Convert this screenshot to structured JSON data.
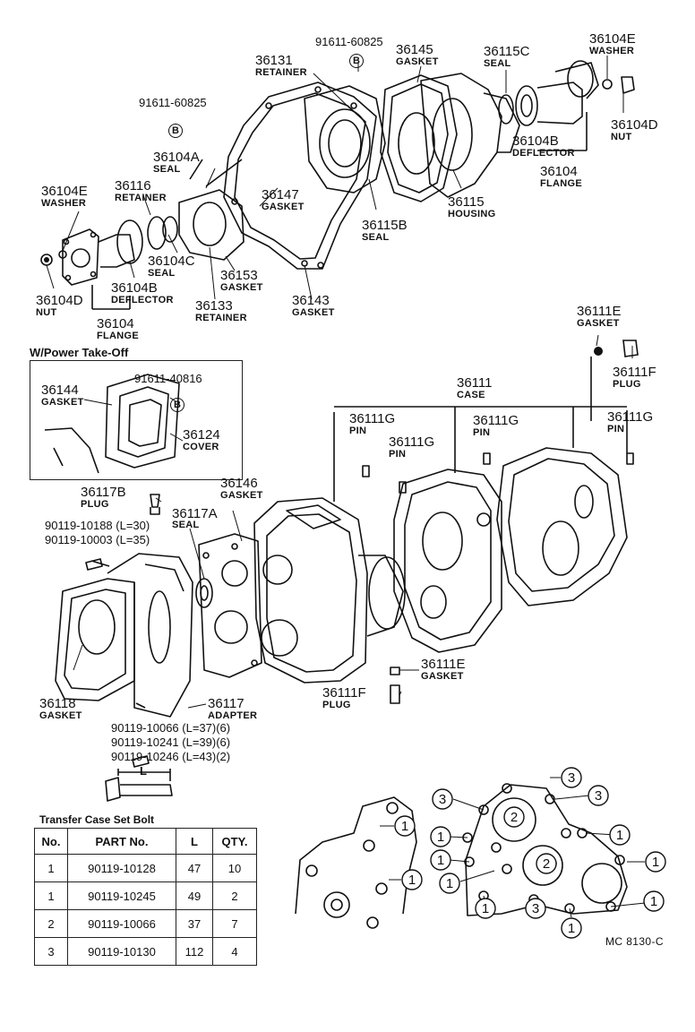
{
  "diagram_code": "MC 8130-C",
  "power_take_off_title": "W/Power Take-Off",
  "bolt_table": {
    "title": "Transfer Case Set Bolt",
    "headers": [
      "No.",
      "PART No.",
      "L",
      "QTY."
    ],
    "rows": [
      [
        "1",
        "90119-10128",
        "47",
        "10"
      ],
      [
        "1",
        "90119-10245",
        "49",
        "2"
      ],
      [
        "2",
        "90119-10066",
        "37",
        "7"
      ],
      [
        "3",
        "90119-10130",
        "112",
        "4"
      ]
    ]
  },
  "bolt_dim_label": "L",
  "labels": {
    "p36131": {
      "num": "36131",
      "name": "RETAINER"
    },
    "p91611a": {
      "num": "91611-60825"
    },
    "p36145": {
      "num": "36145",
      "name": "GASKET"
    },
    "p36115c": {
      "num": "36115C",
      "name": "SEAL"
    },
    "p36104e_t": {
      "num": "36104E",
      "name": "WASHER"
    },
    "p91611b": {
      "num": "91611-60825"
    },
    "p36104d_t": {
      "num": "36104D",
      "name": "NUT"
    },
    "p36104b_t": {
      "num": "36104B",
      "name": "DEFLECTOR"
    },
    "p36104_t": {
      "num": "36104",
      "name": "FLANGE"
    },
    "p36104a": {
      "num": "36104A",
      "name": "SEAL"
    },
    "p36116": {
      "num": "36116",
      "name": "RETAINER"
    },
    "p36104e_l": {
      "num": "36104E",
      "name": "WASHER"
    },
    "p36147": {
      "num": "36147",
      "name": "GASKET"
    },
    "p36115": {
      "num": "36115",
      "name": "HOUSING"
    },
    "p36115b": {
      "num": "36115B",
      "name": "SEAL"
    },
    "p36104c": {
      "num": "36104C",
      "name": "SEAL"
    },
    "p36153": {
      "num": "36153",
      "name": "GASKET"
    },
    "p36104b_l": {
      "num": "36104B",
      "name": "DEFLECTOR"
    },
    "p36104d_l": {
      "num": "36104D",
      "name": "NUT"
    },
    "p36133": {
      "num": "36133",
      "name": "RETAINER"
    },
    "p36143": {
      "num": "36143",
      "name": "GASKET"
    },
    "p36104_l": {
      "num": "36104",
      "name": "FLANGE"
    },
    "p36111e_t": {
      "num": "36111E",
      "name": "GASKET"
    },
    "p36111f_t": {
      "num": "36111F",
      "name": "PLUG"
    },
    "p36144": {
      "num": "36144",
      "name": "GASKET"
    },
    "p91611c": {
      "num": "91611-40816"
    },
    "p36124": {
      "num": "36124",
      "name": "COVER"
    },
    "p36111": {
      "num": "36111",
      "name": "CASE"
    },
    "p36111g_a": {
      "num": "36111G",
      "name": "PIN"
    },
    "p36111g_b": {
      "num": "36111G",
      "name": "PIN"
    },
    "p36111g_c": {
      "num": "36111G",
      "name": "PIN"
    },
    "p36111g_d": {
      "num": "36111G",
      "name": "PIN"
    },
    "p36117b": {
      "num": "36117B",
      "name": "PLUG"
    },
    "p36146": {
      "num": "36146",
      "name": "GASKET"
    },
    "p36117a": {
      "num": "36117A"
    },
    "p36117a_seal": {
      "name": "SEAL"
    },
    "p90119a": {
      "num": "90119-10188 (L=30)"
    },
    "p90119b": {
      "num": "90119-10003 (L=35)"
    },
    "p36118": {
      "num": "36118",
      "name": "GASKET"
    },
    "p36117": {
      "num": "36117",
      "name": "ADAPTER"
    },
    "p36111e_b": {
      "num": "36111E",
      "name": "GASKET"
    },
    "p36111f_b": {
      "num": "36111F",
      "name": "PLUG"
    },
    "p90119c": {
      "num": "90119-10066 (L=37)(6)"
    },
    "p90119d": {
      "num": "90119-10241 (L=39)(6)"
    },
    "p90119e": {
      "num": "90119-10246 (L=43)(2)"
    }
  },
  "bolt_markers": {
    "one": "1",
    "two": "2",
    "three": "3",
    "b": "B"
  },
  "colors": {
    "ink": "#111111",
    "paper": "#ffffff"
  }
}
